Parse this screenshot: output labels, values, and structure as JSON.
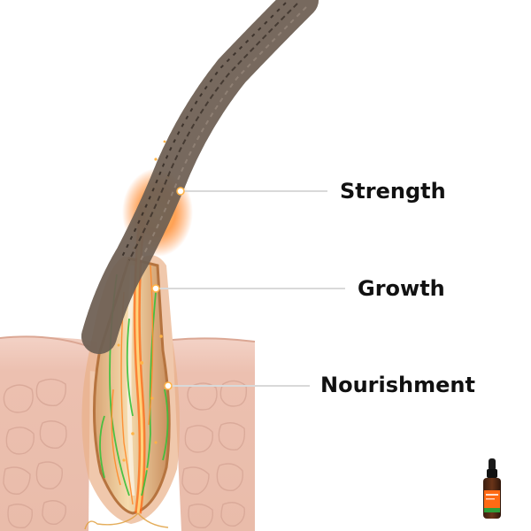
{
  "callouts": [
    {
      "label": "Strength"
    },
    {
      "label": "Growth"
    },
    {
      "label": "Nourishment"
    }
  ],
  "colors": {
    "background": "#ffffff",
    "skin": "#ecc3b4",
    "skin_deep": "#e3b1a1",
    "hair": "#5a4d44",
    "glow": "#ff7a1a",
    "nerve_green": "#39c03a",
    "leader_line": "#d9d9d9",
    "label_text": "#111111"
  },
  "icons": {
    "product": "serum-dropper-bottle-icon"
  }
}
